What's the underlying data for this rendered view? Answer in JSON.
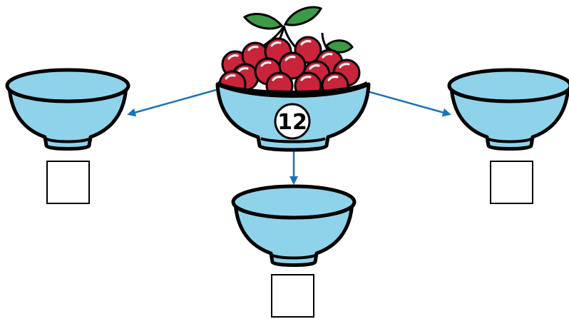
{
  "diagram": {
    "total_count": "12",
    "answer_boxes": [
      {
        "id": "left",
        "value": ""
      },
      {
        "id": "center",
        "value": ""
      },
      {
        "id": "right",
        "value": ""
      }
    ],
    "colors": {
      "bowl_fill": "#8fd3ea",
      "bowl_outline": "#000000",
      "arrow": "#1a73b8",
      "cherry": "#c8243a",
      "cherry_shadow": "#8e1026",
      "leaf": "#3c9a46",
      "box_outline": "#000000"
    },
    "icons": [
      "bowl-icon",
      "cherry-icon",
      "leaf-icon",
      "arrow-icon"
    ]
  }
}
